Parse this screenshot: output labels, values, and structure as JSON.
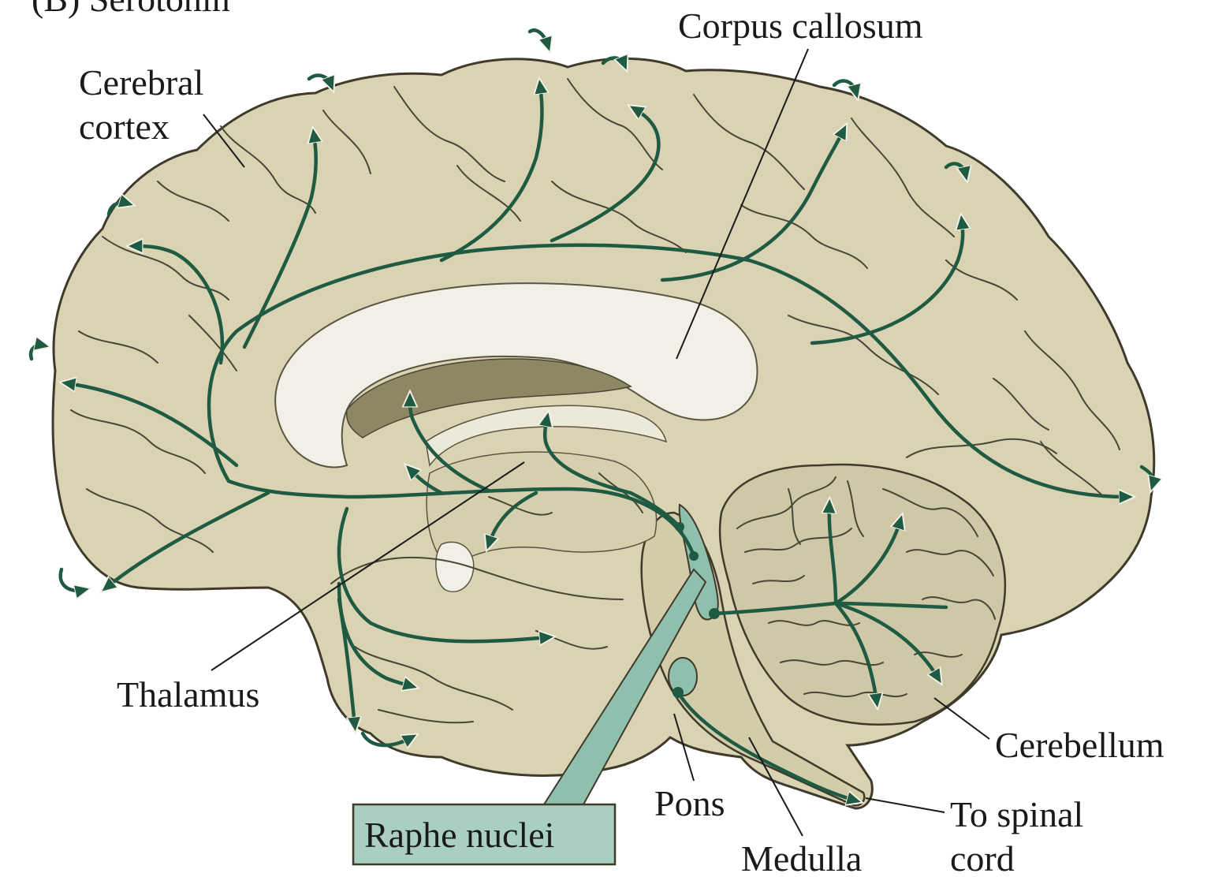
{
  "figure": {
    "panel_label": "(B) Serotonin",
    "labels": {
      "corpus_callosum": "Corpus callosum",
      "cerebral_cortex_line1": "Cerebral",
      "cerebral_cortex_line2": "cortex",
      "thalamus": "Thalamus",
      "cerebellum": "Cerebellum",
      "pons": "Pons",
      "medulla": "Medulla",
      "to_spinal_cord_line1": "To spinal",
      "to_spinal_cord_line2": "cord",
      "raphe_nuclei": "Raphe nuclei"
    },
    "colors": {
      "brain_fill": "#d9d3b3",
      "brain_outline": "#3f3a2a",
      "white_matter": "#f2f0e6",
      "ventricle": "#8f8664",
      "fiber": "#1f5a43",
      "raphe_fill": "#8fbfad",
      "raphe_box": "#a9cfc0"
    }
  }
}
